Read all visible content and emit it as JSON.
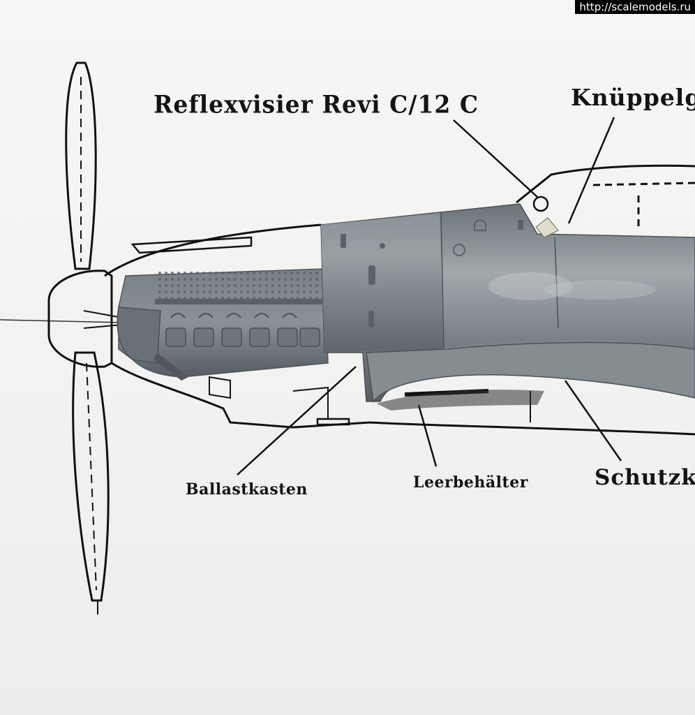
{
  "watermark": {
    "text": "http://scalemodels.ru"
  },
  "labels": {
    "reflex_sight": "Reflexvisier Revi C/12 C",
    "control_stick": "Knüppelgr",
    "ballast_box": "Ballastkasten",
    "empty_container": "Leerbehälter",
    "protection_box": "Schutzka"
  },
  "colors": {
    "paper": "#f3f3f1",
    "ink": "#141414",
    "plastic_grey": "#7b8287",
    "plastic_grey_dark": "#5f666b",
    "plastic_grey_light": "#a9b0b4"
  }
}
